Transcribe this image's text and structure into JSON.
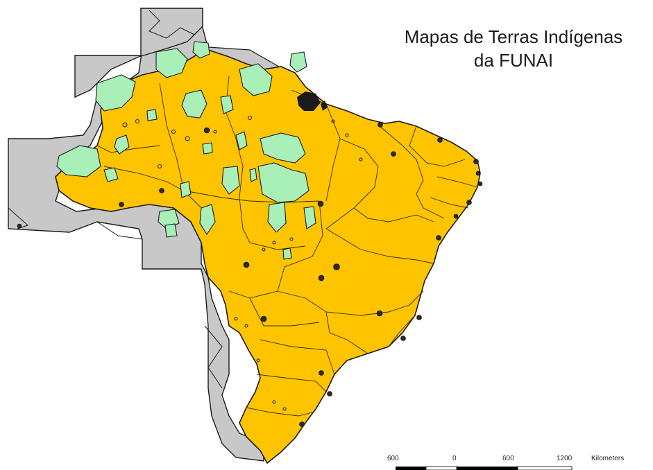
{
  "map": {
    "title_line1": "Mapas de Terras Indígenas",
    "title_line2": "da FUNAI",
    "colors": {
      "neighbor_countries": "#c8c8c8",
      "brazil_land": "#ffc400",
      "indigenous_lands": "#a8f0b8",
      "borders": "#1a1a1a",
      "background": "#ffffff"
    },
    "scale_bar": {
      "labels": [
        "600",
        "0",
        "600",
        "1200"
      ],
      "unit": "Kilometers"
    }
  }
}
